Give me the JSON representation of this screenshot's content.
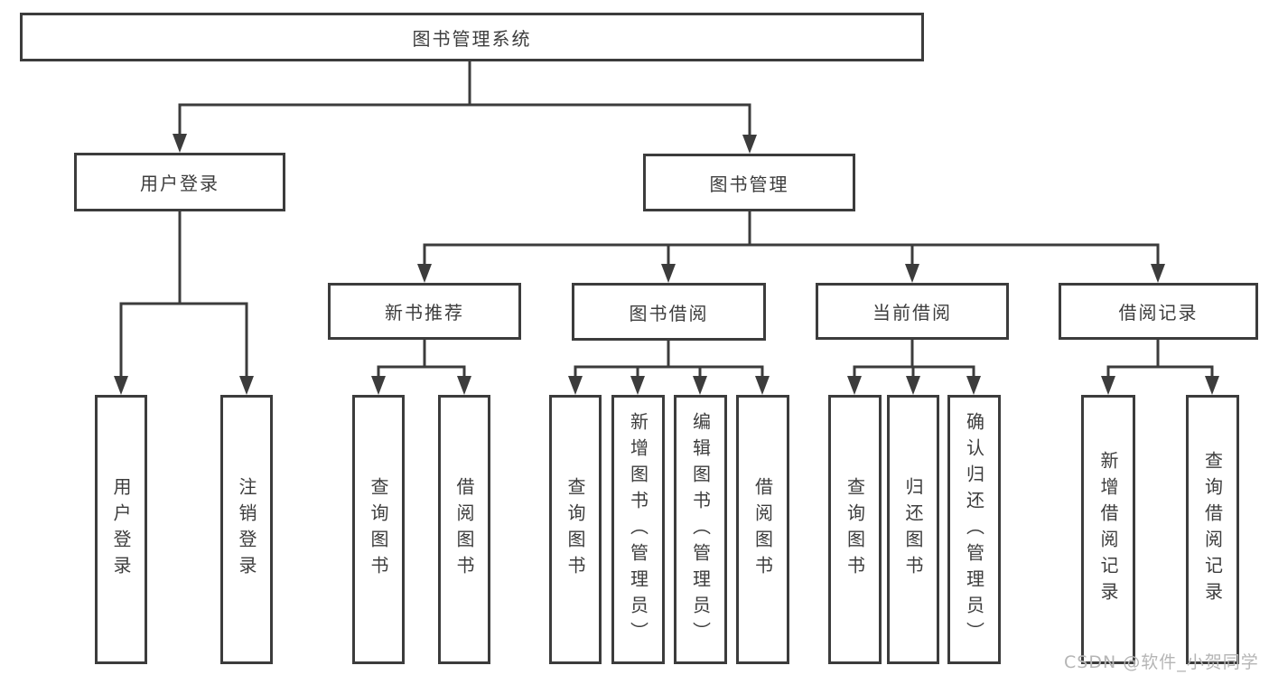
{
  "tree": {
    "root": "图书管理系统",
    "children": [
      {
        "label": "用户登录",
        "children": [
          "用户登录",
          "注销登录"
        ]
      },
      {
        "label": "图书管理",
        "children": [
          {
            "label": "新书推荐",
            "children": [
              "查询图书",
              "借阅图书"
            ]
          },
          {
            "label": "图书借阅",
            "children": [
              "查询图书",
              "新增图书（管理员）",
              "编辑图书（管理员）",
              "借阅图书"
            ]
          },
          {
            "label": "当前借阅",
            "children": [
              "查询图书",
              "归还图书",
              "确认归还（管理员）"
            ]
          },
          {
            "label": "借阅记录",
            "children": [
              "新增借阅记录",
              "查询借阅记录"
            ]
          }
        ]
      }
    ]
  },
  "watermark": "CSDN @软件_小贺同学",
  "colors": {
    "line": "#3c3c3c",
    "box_border": "#3c3c3c",
    "box_fill": "#ffffff",
    "text": "#3d3d3d",
    "watermark": "#b5b5b5",
    "background": "#ffffff"
  }
}
